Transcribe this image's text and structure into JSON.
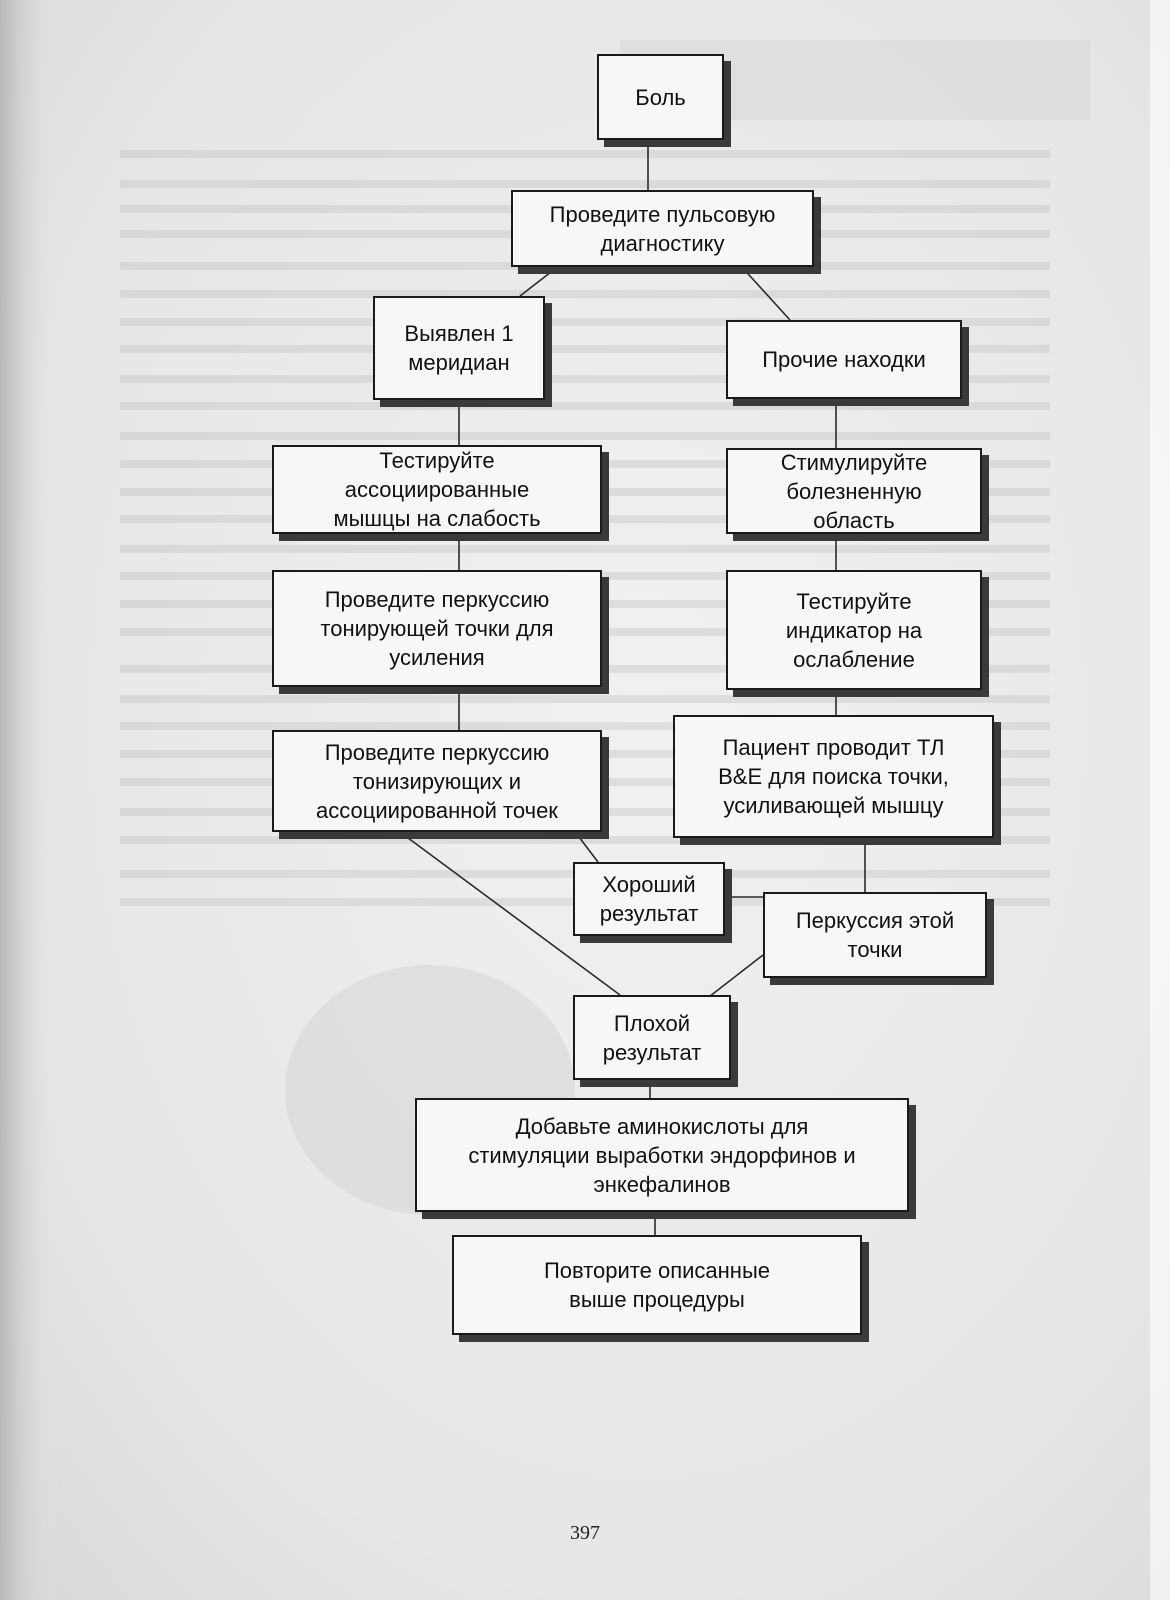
{
  "flowchart": {
    "nodes": {
      "pain": "Боль",
      "pulse_diagnostics": "Проведите пульсовую\nдиагностику",
      "one_meridian": "Выявлен 1\nмеридиан",
      "other_findings": "Прочие находки",
      "test_associated_muscles": "Тестируйте\nассоциированные\nмышцы на слабость",
      "stimulate_painful_area": "Стимулируйте\nболезненную\nобласть",
      "percussion_toning_point": "Проведите перкуссию\nтонирующей точки для\nусиления",
      "test_indicator": "Тестируйте\nиндикатор на\nослабление",
      "percussion_toning_associated": "Проведите перкуссию\nтонизирующих и\nассоциированной точек",
      "patient_tl": "Пациент проводит ТЛ\nB&E для поиска точки,\nусиливающей мышцу",
      "good_result": "Хороший\nрезультат",
      "percussion_this_point": "Перкуссия этой\nточки",
      "bad_result": "Плохой\nрезультат",
      "add_amino_acids": "Добавьте аминокислоты для\nстимуляции выработки эндорфинов и\nэнкефалинов",
      "repeat_procedures": "Повторите описанные\nвыше процедуры"
    }
  },
  "page_number": "397"
}
